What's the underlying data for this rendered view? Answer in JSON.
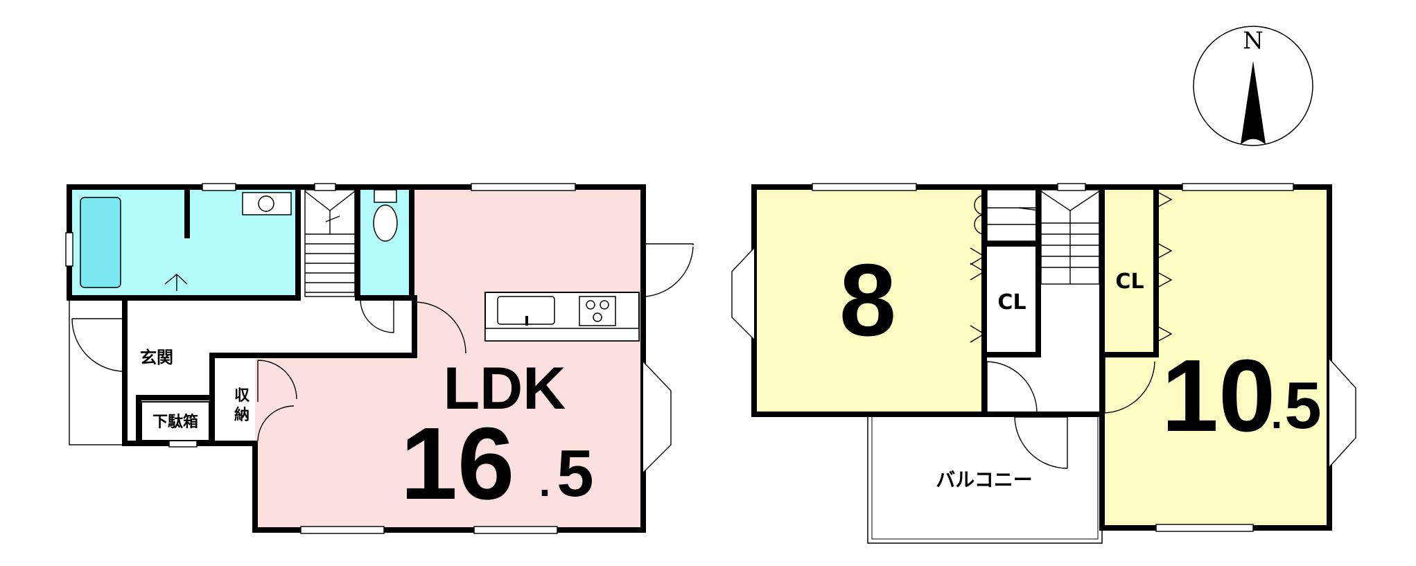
{
  "compass": {
    "north": "N"
  },
  "colors": {
    "ldk": "#fde0e0",
    "wet": "#b4fcfc",
    "bedroom": "#fdfdc3",
    "wall": "#000000"
  },
  "first_floor": {
    "entrance": "玄関",
    "shoe_box": "下駄箱",
    "storage": "収納",
    "ldk_label": "LDK",
    "ldk_size_int": "16",
    "ldk_size_dot": ".",
    "ldk_size_dec": "5"
  },
  "second_floor": {
    "room_west_size": "8",
    "closet_1": "CL",
    "closet_2": "CL",
    "balcony": "バルコニー",
    "room_east_size_int": "10",
    "room_east_size_dot": ".",
    "room_east_size_dec": "5"
  }
}
